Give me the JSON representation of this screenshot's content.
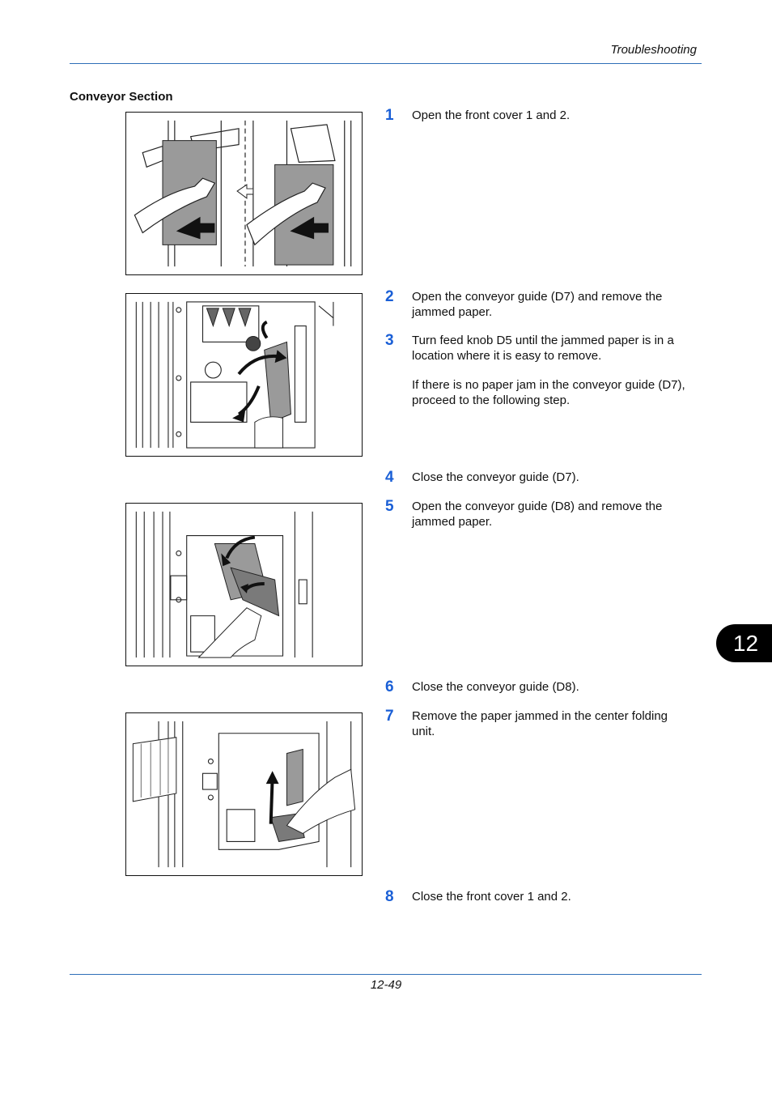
{
  "header": {
    "title": "Troubleshooting"
  },
  "section": {
    "title": "Conveyor Section"
  },
  "steps": [
    {
      "num": "1",
      "text": "Open the front cover 1 and 2."
    },
    {
      "num": "2",
      "text": "Open the conveyor guide (D7) and remove the jammed paper."
    },
    {
      "num": "3",
      "text": "Turn feed knob D5 until the jammed paper is in a location where it is easy to remove.",
      "note": "If there is no paper jam in the conveyor guide (D7), proceed to the following step."
    },
    {
      "num": "4",
      "text": "Close the conveyor guide (D7)."
    },
    {
      "num": "5",
      "text": "Open the conveyor guide (D8) and remove the jammed paper."
    },
    {
      "num": "6",
      "text": "Close the conveyor guide (D8)."
    },
    {
      "num": "7",
      "text": "Remove the paper jammed in the center folding unit."
    },
    {
      "num": "8",
      "text": "Close the front cover 1 and 2."
    }
  ],
  "chapter_tab": "12",
  "footer": {
    "page_number": "12-49"
  },
  "colors": {
    "accent": "#1a5fd6",
    "rule": "#2f6fb8"
  }
}
